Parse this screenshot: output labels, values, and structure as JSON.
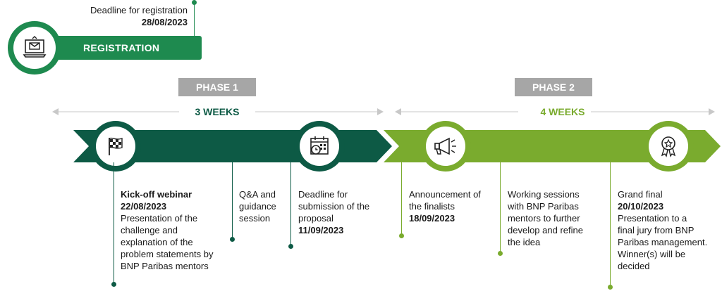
{
  "registration": {
    "deadline_label": "Deadline for registration",
    "deadline_date": "28/08/2023",
    "label": "REGISTRATION",
    "icon": "laptop-mail-icon"
  },
  "phase1": {
    "label": "PHASE 1",
    "duration": "3 WEEKS",
    "color": "#0d5a45",
    "kickoff_icon": "checkered-flag-icon",
    "deadline_icon": "calendar-clock-icon"
  },
  "phase2": {
    "label": "PHASE 2",
    "duration": "4 WEEKS",
    "color": "#7aab2e",
    "announcement_icon": "megaphone-icon",
    "final_icon": "award-ribbon-icon"
  },
  "events": {
    "kickoff": {
      "title": "Kick-off webinar",
      "date": "22/08/2023",
      "desc1": "Presentation of the",
      "desc2": "challenge and",
      "desc3": "explanation of the",
      "desc4": "problem statements by",
      "desc5": "BNP Paribas mentors"
    },
    "qa": {
      "line1": "Q&A and",
      "line2": "guidance",
      "line3": "session"
    },
    "deadline": {
      "line1": "Deadline for",
      "line2": "submission of the",
      "line3": "proposal",
      "date": "11/09/2023"
    },
    "announcement": {
      "line1": "Announcement of",
      "line2": "the finalists",
      "date": "18/09/2023"
    },
    "working": {
      "line1": "Working sessions",
      "line2": "with BNP Paribas",
      "line3": "mentors to further",
      "line4": "develop and refine",
      "line5": "the idea"
    },
    "final": {
      "title": "Grand final",
      "date": "20/10/2023",
      "line1": "Presentation to a",
      "line2": "final jury from BNP",
      "line3": "Paribas management.",
      "line4": "Winner(s) will be",
      "line5": "decided"
    }
  }
}
